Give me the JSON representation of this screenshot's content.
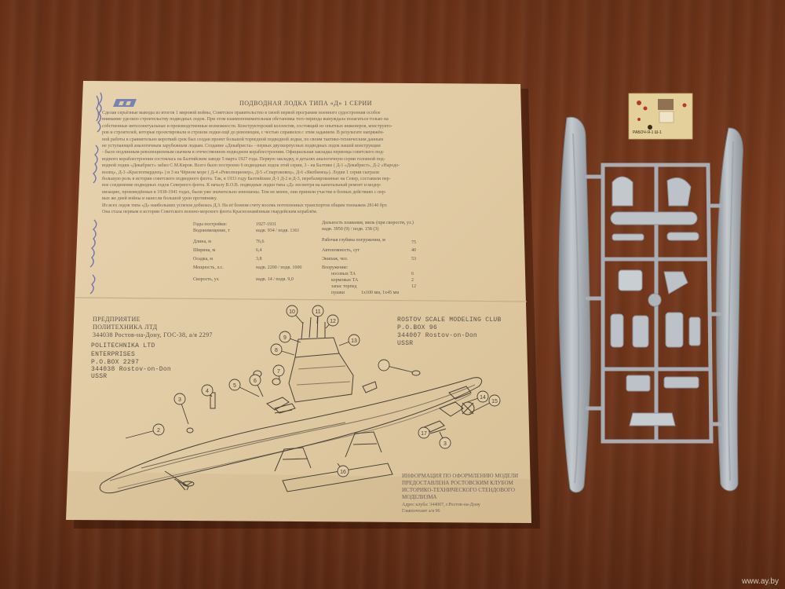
{
  "instruction_sheet": {
    "title": "ПОДВОДНАЯ ЛОДКА ТИПА «Д» 1 СЕРИИ",
    "intro_lines": [
      "Сделав серьёзные выводы из итогов 1 мировой войны, Советское правительство в своей первой программе военного судостроения особое",
      "внимание уделило строительству подводных лодок. При этом взаимопонимательная обстановка того периода вынуждала   полагаться только на",
      "собственные интеллектуальные и производственные возможности. Конструкторский коллектив, состоящий из опытных инженеров, конструкто-",
      "ров и строителей, которые проектировали и строили лодки ещё до революции, с честью справился с этим заданием. В результате напряжён-",
      "ной работы в сравнительно короткий срок был создан проект большой торпедной подводной лодки, по своим тактико-техническим данным",
      "не уступающей аналогичным зарубежным лодкам. Создание «Декабриста» - первых двухкорпусных подводных лодок нашей конструкции",
      "- было подлинным революционным скачком в отечественном подводном кораблестроении. Официальная закладка первенца советского под-",
      "водного кораблестроения состоялась на Балтийском заводе 5 марта 1927 года. Первую закладку, в деталях аналогичную серии головной под-",
      "водной лодки «Декабрист» забил С.М.Киров.   Всего было построено 6 подводных лодок этой серии, 3 - на Балтике ( Д-1 «Декабрист», Д-2 «Народо-",
      "волец», Д-3 «Красногвардеец» ) и 3 на Чёрном море ( Д-4 «Революционер», Д-5 «Спартаковец», Д-6 «Якобинец»).   Лодки 1 серии сыграли",
      "большую роль в истории советского подводного флота.  Так, в 1933 году Балтийские Д-1 Д-2 и Д-3, перебазированные на Север, составили пер-",
      "вое соединение подводных лодок Северного флота.  К началу В.О.В. подводные лодки типа «Д» несмотря на капитальный ремонт и модер-",
      "низацию, произведённые в 1938-1941 годах, были уже значительно изношены. Тем не менее, они приняли участие в боевых действиях с пер-",
      "вых же дней войны и нанесли большой урон противнику.",
      "Из всех лодок типа «Д» наибольших успехов добилась Д.3. На её боевом счету восемь потопленных транспортов общим тоннажем 28140 брт.",
      "Она стала первым в истории Советского военно-морского флота Краснознамённым гвардейским кораблём."
    ],
    "specs_left": [
      {
        "label": "Годы постройки:",
        "value": "1927-1931"
      },
      {
        "label": "Водоизмещение, т",
        "value": "надв. 934 / подв. 1361"
      },
      {
        "label": "Длина, м",
        "value": "76,6"
      },
      {
        "label": "Ширина, м",
        "value": "6,4"
      },
      {
        "label": "Осадка, м",
        "value": "3,8"
      },
      {
        "label": "Мощность, л.с.",
        "value": "надв. 2200 / подв. 1600"
      },
      {
        "label": "Скорость, уз.",
        "value": "надв. 14 / подв. 9,0"
      }
    ],
    "specs_right": [
      {
        "label": "Дальность плавания, миль (при скорости, уз.)",
        "value": "надв. 3950 (9) / подв. 158 (3)"
      },
      {
        "label": "Рабочая глубина погружения, м",
        "value": "75"
      },
      {
        "label": "Автономность, сут",
        "value": "40"
      },
      {
        "label": "Экипаж, чел.",
        "value": "53"
      },
      {
        "label": "Вооружение:",
        "value": ""
      },
      {
        "label": "носовых ТА",
        "value": "6"
      },
      {
        "label": "кормовых ТА",
        "value": "2"
      },
      {
        "label": "запас торпед",
        "value": "12"
      },
      {
        "label": "пушки",
        "value": "1х100 мм, 1х45 мм"
      }
    ],
    "publisher_ru": [
      "ПРЕДПРИЯТИЕ",
      "ПОЛИТЕХНИКА ЛТД",
      "344038 Ростов-на-Дону, ГОС-38, а/я 2297"
    ],
    "publisher_en": [
      "POLITECHNIKA LTD",
      "ENTERPRISES",
      "P.O.BOX 2297",
      "344038 Rostov-on-Don",
      "USSR"
    ],
    "club_en": [
      "ROSTOV SCALE MODELING CLUB",
      "P.O.BOX 96",
      "344007 Rostov-on-Don",
      "USSR"
    ],
    "info_note": [
      "ИНФОРМАЦИЯ ПО ОФОРМЛЕНИЮ МОДЕЛИ",
      "ПРЕДОСТАВЛЕНА РОСТОВСКИМ КЛУБОМ",
      "ИСТОРИКО-ТЕХНИЧЕСКОГО СТЕНДОВОГО",
      "МОДЕЛИЗМА",
      "Адрес клуба: 344007, г.Ростов-на-Дону",
      "Главпочтамт а/я 96"
    ],
    "part_numbers": [
      "2",
      "3",
      "4",
      "5",
      "6",
      "7",
      "8",
      "9",
      "10",
      "11",
      "12",
      "13",
      "14",
      "15",
      "16",
      "17",
      "3"
    ]
  },
  "decal_sheet": {
    "text": "РАБОЧ-Я-1 Ш-1"
  },
  "photo_credit": "www.ay.by",
  "colors": {
    "table_wood": "#6e351a",
    "paper": "#e2cda8",
    "plastic": "#b6bcc2",
    "decal_paper": "#e4d09a",
    "decal_red": "#b23a2a"
  }
}
